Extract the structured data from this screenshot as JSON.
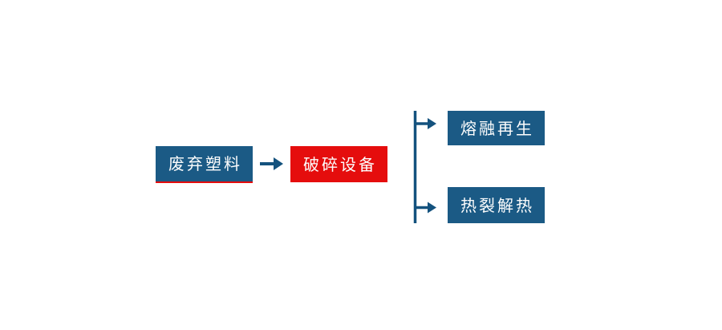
{
  "diagram": {
    "title": "waste-plastic-recycling-flowchart",
    "nodes": {
      "source": "废弃塑料",
      "process": "破碎设备",
      "output_top": "熔融再生",
      "output_bottom": "热裂解热"
    },
    "connectors": {
      "main_arrow": "source-to-process",
      "branch": "split-to-two-outputs"
    },
    "colors": {
      "node_blue": "#1b5a85",
      "node_red": "#e50d0d",
      "connector_blue": "#14527e",
      "text": "#fdfdfd",
      "background": "#ffffff"
    }
  }
}
